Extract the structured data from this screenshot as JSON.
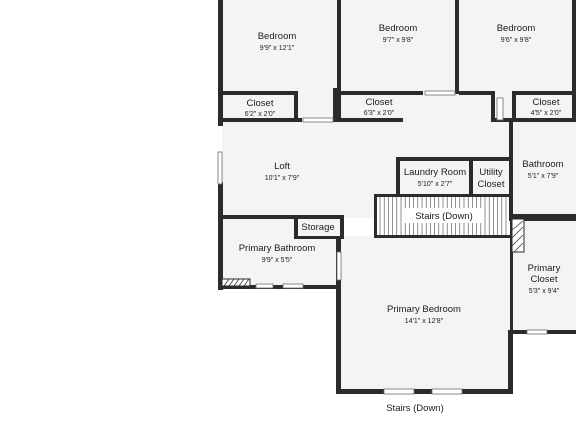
{
  "rooms": [
    {
      "id": "bedroom_1",
      "name": "Bedroom",
      "dims": "9'9\" x 12'1\""
    },
    {
      "id": "bedroom_2",
      "name": "Bedroom",
      "dims": "9'7\" x 9'8\""
    },
    {
      "id": "bedroom_3",
      "name": "Bedroom",
      "dims": "9'6\" x 9'8\""
    },
    {
      "id": "closet_1",
      "name": "Closet",
      "dims": "6'2\" x 2'0\""
    },
    {
      "id": "closet_2",
      "name": "Closet",
      "dims": "6'3\" x 2'0\""
    },
    {
      "id": "closet_3",
      "name": "Closet",
      "dims": "4'5\" x 2'0\""
    },
    {
      "id": "loft",
      "name": "Loft",
      "dims": "10'1\" x 7'9\""
    },
    {
      "id": "laundry",
      "name": "Laundry Room",
      "dims": "5'10\" x 2'7\""
    },
    {
      "id": "utility",
      "name_line1": "Utility",
      "name_line2": "Closet"
    },
    {
      "id": "bathroom",
      "name": "Bathroom",
      "dims": "5'1\" x 7'9\""
    },
    {
      "id": "stairs_upper",
      "name": "Stairs (Down)"
    },
    {
      "id": "storage",
      "name": "Storage"
    },
    {
      "id": "primary_bathroom",
      "name": "Primary Bathroom",
      "dims": "9'9\" x 5'5\""
    },
    {
      "id": "primary_closet",
      "name_line1": "Primary",
      "name_line2": "Closet",
      "dims": "5'3\" x 9'4\""
    },
    {
      "id": "primary_bedroom",
      "name": "Primary Bedroom",
      "dims": "14'1\" x 12'8\""
    },
    {
      "id": "stairs_lower",
      "name": "Stairs (Down)"
    }
  ],
  "colors": {
    "wall": "#2b2b2b",
    "floor": "#f4f4f4",
    "background": "#ffffff"
  }
}
